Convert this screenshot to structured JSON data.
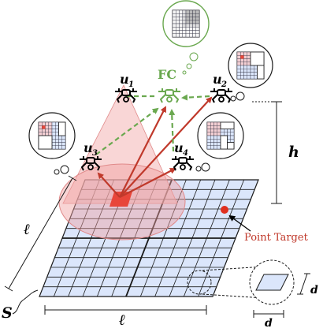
{
  "labels": {
    "fc": "FC",
    "u1": "u",
    "u1_sub": "1",
    "u2": "u",
    "u2_sub": "2",
    "u3": "u",
    "u3_sub": "3",
    "u4": "u",
    "u4_sub": "4",
    "h": "h",
    "ell_left": "ℓ",
    "ell_bottom": "ℓ",
    "S": "S",
    "d_right": "d",
    "d_bottom": "d",
    "point_target": "Point Target"
  },
  "colors": {
    "grid_fill": "#dbe6fb",
    "grid_stroke": "#1a1a1a",
    "cone_fill": "#f4b4b4",
    "cone_stroke": "#e08a8a",
    "fc_green": "#6aa84f",
    "arrow_red": "#c0392b",
    "arrow_green": "#6aa84f",
    "target_red": "#e03020",
    "cell_red": "#e8463a"
  },
  "icons": [
    "drone-icon",
    "thought-bubble-icon",
    "grid-map-icon",
    "zoom-circle-icon"
  ]
}
